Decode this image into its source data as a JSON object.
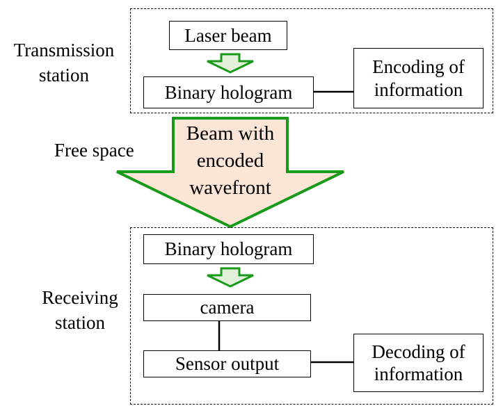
{
  "colors": {
    "arrow_stroke": "#1a9a1a",
    "small_arrow_fill": "#e2f0d9",
    "big_arrow_fill": "#fbe5d6",
    "frame_border": "#000000"
  },
  "transmission": {
    "label_line1": "Transmission",
    "label_line2": "station",
    "laser_beam": "Laser beam",
    "binary_hologram": "Binary hologram",
    "encoding_line1": "Encoding of",
    "encoding_line2": "information"
  },
  "free_space": {
    "label": "Free space",
    "beam_line1": "Beam with",
    "beam_line2": "encoded",
    "beam_line3": "wavefront"
  },
  "receiving": {
    "label_line1": "Receiving",
    "label_line2": "station",
    "binary_hologram": "Binary hologram",
    "camera": "camera",
    "sensor_output": "Sensor output",
    "decoding_line1": "Decoding of",
    "decoding_line2": "information"
  }
}
